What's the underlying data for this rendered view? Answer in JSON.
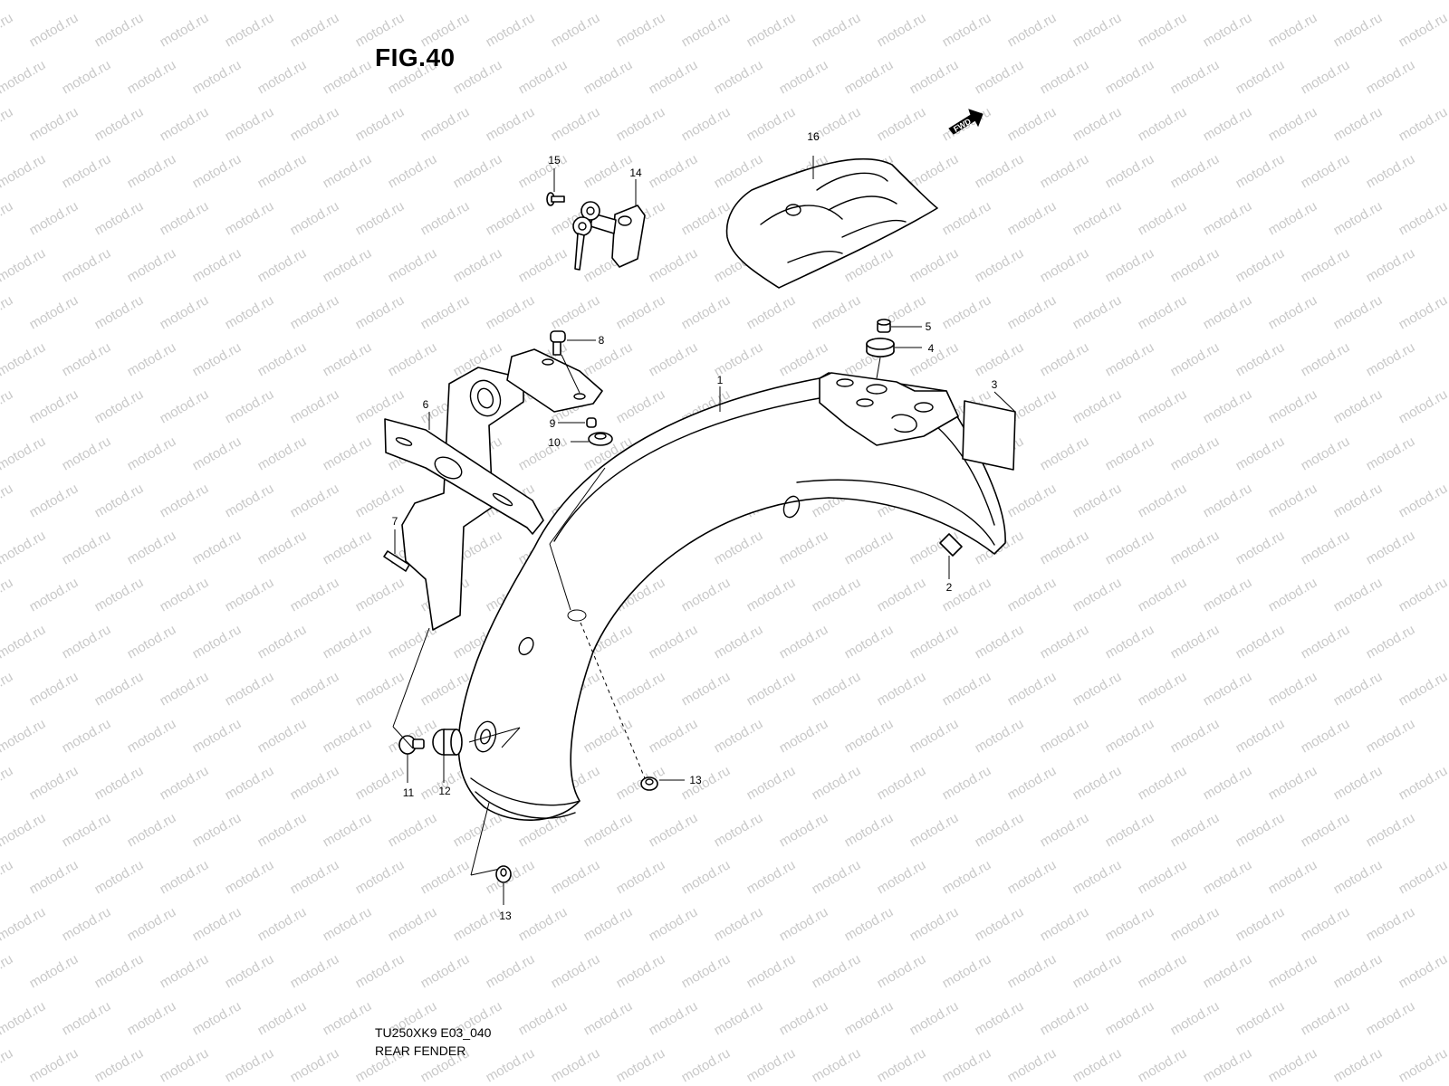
{
  "figure": {
    "title": "FIG.40",
    "model_code": "TU250XK9 E03_040",
    "section_name": "REAR FENDER"
  },
  "watermark": "motod.ru",
  "fwd_badge": "FWD",
  "callouts": [
    {
      "id": "c1",
      "label": "1"
    },
    {
      "id": "c2",
      "label": "2"
    },
    {
      "id": "c3",
      "label": "3"
    },
    {
      "id": "c4",
      "label": "4"
    },
    {
      "id": "c5",
      "label": "5"
    },
    {
      "id": "c6",
      "label": "6"
    },
    {
      "id": "c7",
      "label": "7"
    },
    {
      "id": "c8",
      "label": "8"
    },
    {
      "id": "c9",
      "label": "9"
    },
    {
      "id": "c10",
      "label": "10"
    },
    {
      "id": "c11",
      "label": "11"
    },
    {
      "id": "c12",
      "label": "12"
    },
    {
      "id": "c13a",
      "label": "13"
    },
    {
      "id": "c13b",
      "label": "13"
    },
    {
      "id": "c14",
      "label": "14"
    },
    {
      "id": "c15",
      "label": "15"
    },
    {
      "id": "c16",
      "label": "16"
    }
  ]
}
